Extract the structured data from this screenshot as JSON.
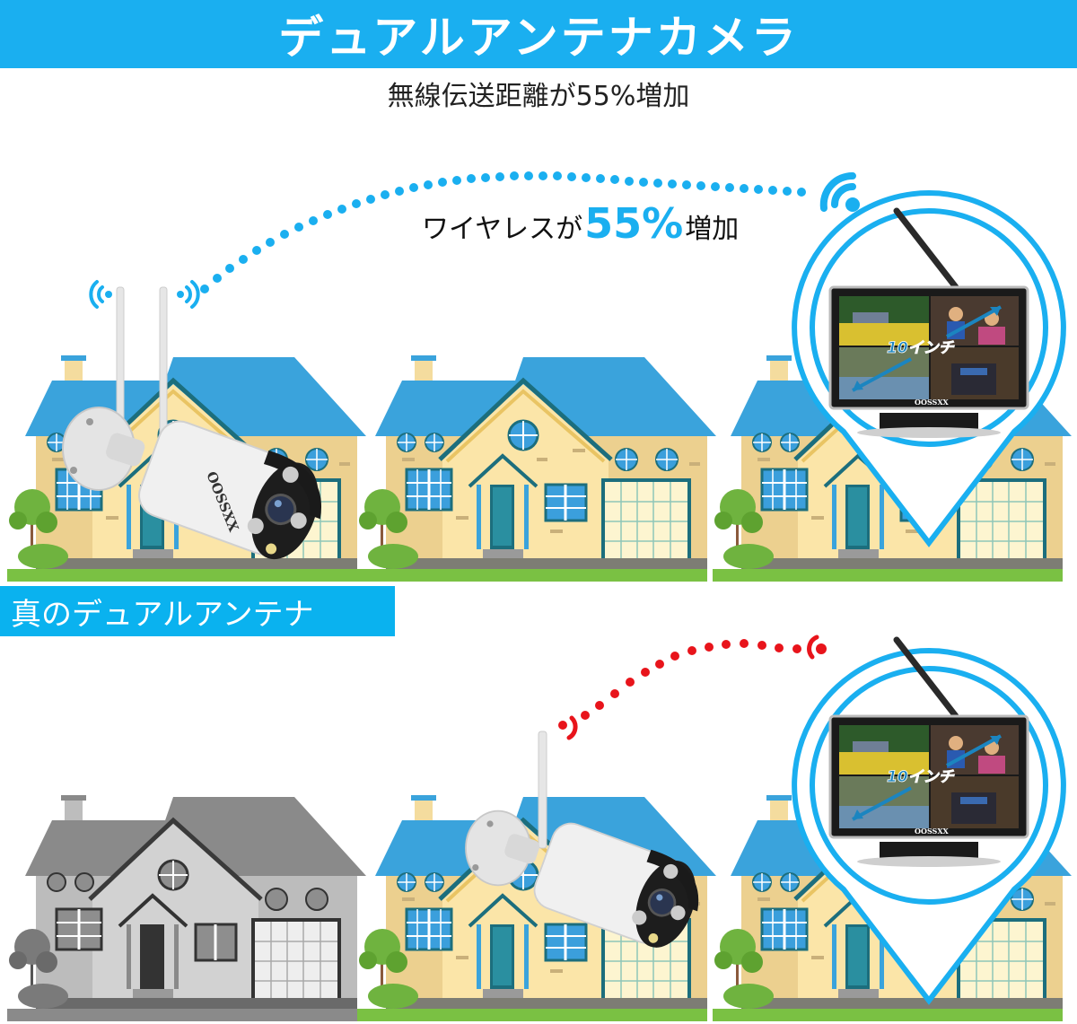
{
  "header": {
    "title": "デュアルアンテナカメラ",
    "subtitle": "無線伝送距離が55%増加"
  },
  "top_scene": {
    "claim_prefix": "ワイヤレスが",
    "claim_percent": "55%",
    "claim_suffix": "増加",
    "camera_brand": "OOSSXX",
    "monitor_caption": "10インチ",
    "monitor_brand": "OOSSXX",
    "signal_color": "#1aaff0"
  },
  "label": {
    "text": "真のデュアルアンテナ"
  },
  "bottom_scene": {
    "monitor_caption": "10インチ",
    "monitor_brand": "OOSSXX",
    "signal_color": "#e8141b"
  },
  "colors": {
    "accent": "#1aaff0",
    "roof": "#3aa3dc",
    "wall": "#f4dc9e",
    "grass": "#7ac143",
    "weak_signal": "#e8141b"
  }
}
